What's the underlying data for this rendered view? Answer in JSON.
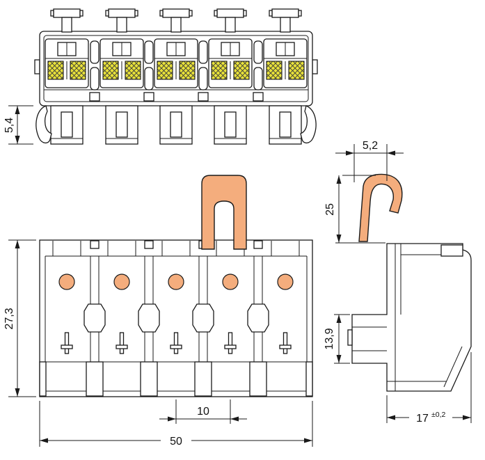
{
  "drawing": {
    "labels": {
      "foot_height": "5,4",
      "front_height": "27,3",
      "pitch": "10",
      "width": "50",
      "side_offset": "5,2",
      "side_upper": "25",
      "side_lower": "13,9",
      "depth": "17",
      "depth_tol": "±0,2"
    },
    "colors": {
      "line": "#1a1a1a",
      "contact_yellow": "#e9e23a",
      "actuator_orange": "#f4ad7d",
      "background": "#ffffff"
    }
  }
}
